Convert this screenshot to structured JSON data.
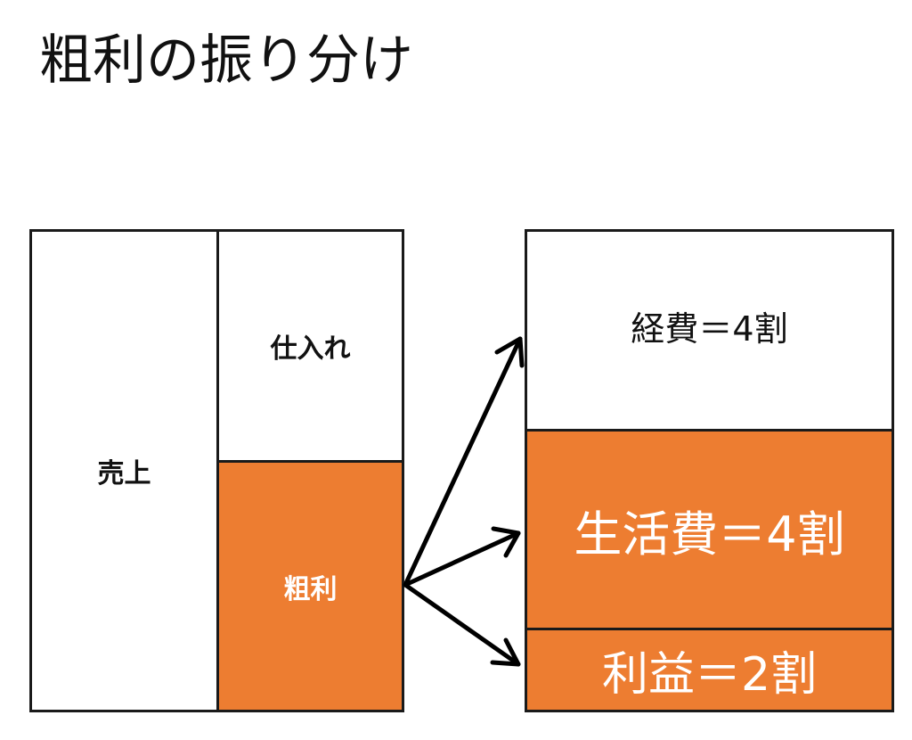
{
  "title": "粗利の振り分け",
  "left": {
    "sales": "売上",
    "purchase": "仕入れ",
    "gross_profit": "粗利"
  },
  "right": {
    "expenses": "経費＝4割",
    "living_costs": "生活費＝4割",
    "profit": "利益＝2割"
  },
  "colors": {
    "accent": "#ED7D31",
    "border": "#1a1a1a",
    "text": "#111111"
  },
  "icons": [
    "arrow-icon"
  ]
}
